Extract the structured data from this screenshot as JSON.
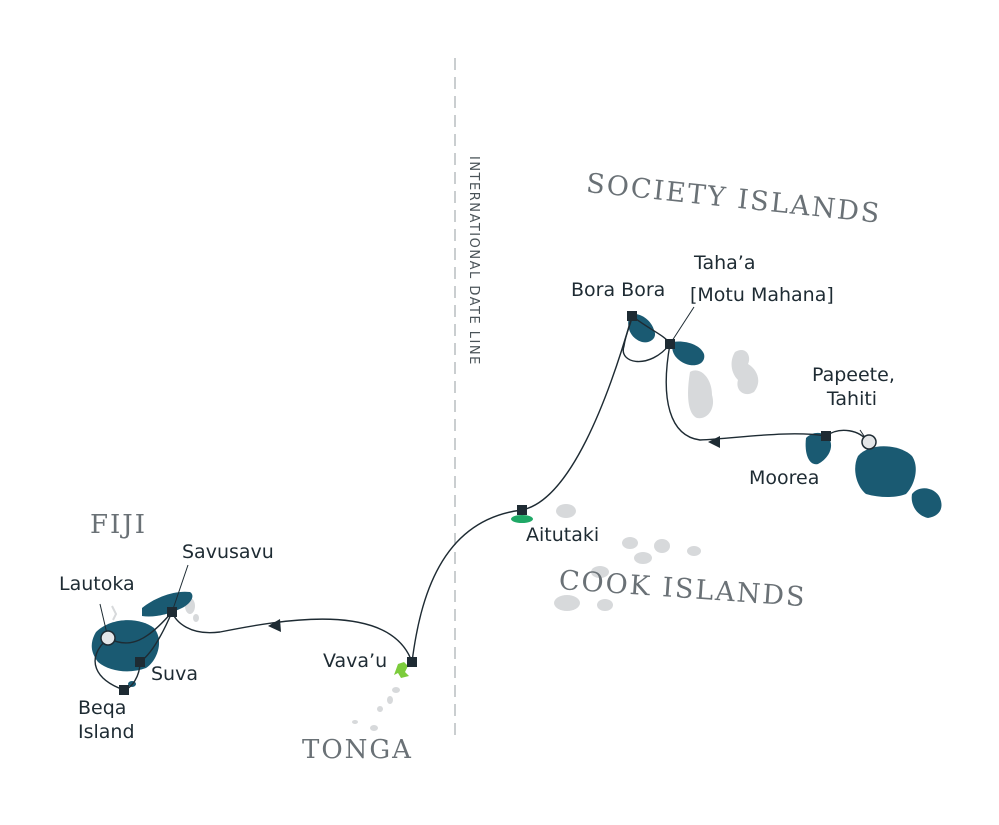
{
  "map": {
    "dateline_label": "INTERNATIONAL DATE LINE",
    "regions": {
      "society": "SOCIETY ISLANDS",
      "cook": "COOK ISLANDS",
      "fiji": "FIJI",
      "tonga": "TONGA"
    },
    "ports": {
      "bora_bora": "Bora Bora",
      "tahaa_line1": "Taha’a",
      "tahaa_line2": "[Motu Mahana]",
      "papeete_line1": "Papeete,",
      "papeete_line2": "Tahiti",
      "moorea": "Moorea",
      "aitutaki": "Aitutaki",
      "savusavu": "Savusavu",
      "lautoka": "Lautoka",
      "suva": "Suva",
      "beqa_line1": "Beqa",
      "beqa_line2": "Island",
      "vavau": "Vava’u"
    },
    "colors": {
      "visited_island": "#1a5a72",
      "other_island": "#d7d9db",
      "aitutaki": "#1fa866",
      "vavau": "#7ccc3c",
      "route": "#1e2b33",
      "marker": "#1e2b33",
      "region_label": "#6a7176",
      "dateline": "#b9bdc0"
    }
  }
}
